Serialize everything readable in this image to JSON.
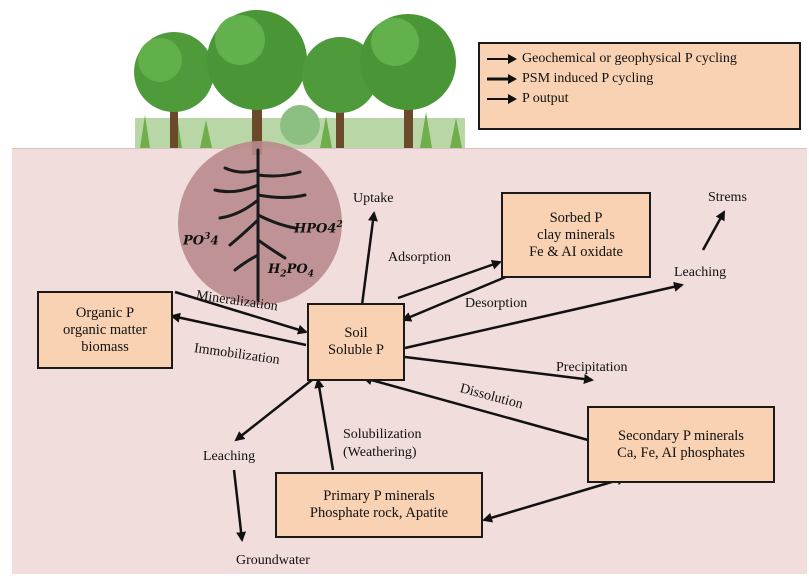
{
  "legend": {
    "items": [
      "Geochemical or geophysical P cycling",
      "PSM induced P cycling",
      "P output"
    ]
  },
  "ions": {
    "po4": "PO",
    "po4_sup": "3",
    "po4_sub": "4",
    "hpo4": "HPO4",
    "hpo4_sup": "2",
    "h2po4_h": "H",
    "h2po4_sub1": "2",
    "h2po4_po": "PO",
    "h2po4_sub2": "4"
  },
  "boxes": {
    "organic_p": [
      "Organic P",
      "organic matter",
      "biomass"
    ],
    "soil_soluble_p": [
      "Soil",
      "Soluble P"
    ],
    "sorbed_p": [
      "Sorbed P",
      "clay minerals",
      "Fe & AI oxidate"
    ],
    "secondary_p": [
      "Secondary P minerals",
      "Ca, Fe, AI phosphates"
    ],
    "primary_p": [
      "Primary P minerals",
      "Phosphate rock, Apatite"
    ]
  },
  "labels": {
    "uptake": "Uptake",
    "strems": "Strems",
    "adsorption": "Adsorption",
    "desorption": "Desorption",
    "leaching_right": "Leaching",
    "mineralization": "Mineralization",
    "immobilization": "Immobilization",
    "precipitation": "Precipitation",
    "dissolution": "Dissolution",
    "solubilization": "Solubilization",
    "weathering": "(Weathering)",
    "leaching_left": "Leaching",
    "groundwater": "Groundwater"
  }
}
